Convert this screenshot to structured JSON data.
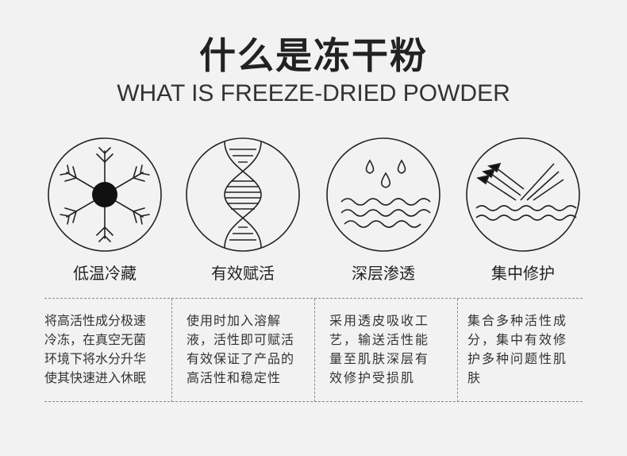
{
  "title": {
    "cn": "什么是冻干粉",
    "en": "WHAT IS FREEZE-DRIED POWDER"
  },
  "features": [
    {
      "icon": "snowflake-icon",
      "label": "低温冷藏"
    },
    {
      "icon": "dna-helix-icon",
      "label": "有效赋活"
    },
    {
      "icon": "water-drops-waves-icon",
      "label": "深层渗透"
    },
    {
      "icon": "arrows-waves-icon",
      "label": "集中修护"
    }
  ],
  "descriptions": [
    {
      "lines": [
        "将高活性成分极速",
        "冷冻，在真空无菌",
        "环境下将水分升华",
        "使其快速进入休眠"
      ]
    },
    {
      "lines": [
        "使用时加入溶解",
        "液，活性即可赋活",
        "有效保证了产品的",
        "高活性和稳定性"
      ]
    },
    {
      "lines": [
        "采用透皮吸收工",
        "艺，输送活性能",
        "量至肌肤深层有",
        "效修护受损肌"
      ]
    },
    {
      "lines": [
        "集合多种活性成",
        "分，集中有效修",
        "护多种问题性肌",
        "肤"
      ]
    }
  ]
}
